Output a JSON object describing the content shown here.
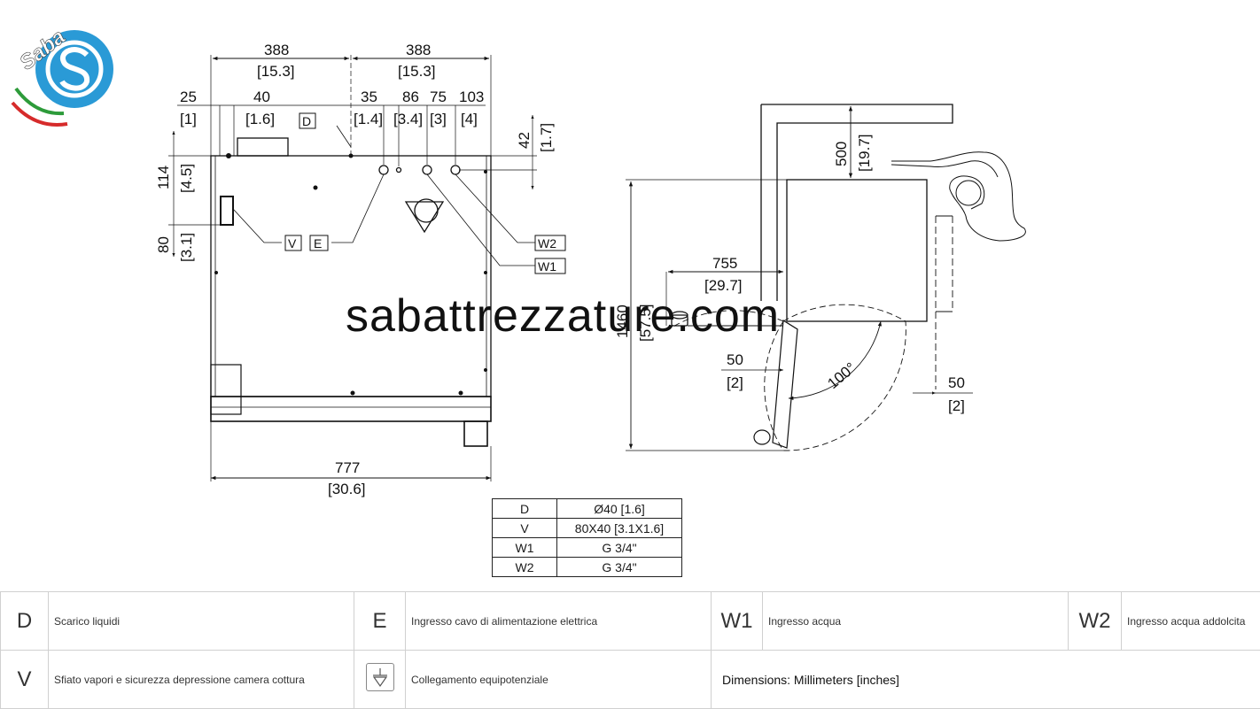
{
  "logo": {
    "brand": "Saba"
  },
  "watermark": "sabattrezzature.com",
  "front_view": {
    "top_dims": [
      {
        "mm": "388",
        "in": "[15.3]"
      },
      {
        "mm": "388",
        "in": "[15.3]"
      }
    ],
    "detail_dims": [
      {
        "mm": "25",
        "in": "[1]"
      },
      {
        "mm": "40",
        "in": "[1.6]"
      },
      {
        "mm": "35",
        "in": "[1.4]"
      },
      {
        "mm": "86",
        "in": "[3.4]"
      },
      {
        "mm": "75",
        "in": "[3]"
      },
      {
        "mm": "103",
        "in": "[4]"
      }
    ],
    "right_dim": {
      "mm": "42",
      "in": "[1.7]"
    },
    "left_dims": [
      {
        "mm": "114",
        "in": "[4.5]"
      },
      {
        "mm": "80",
        "in": "[3.1]"
      }
    ],
    "bottom_dim": {
      "mm": "777",
      "in": "[30.6]"
    },
    "callouts": [
      "D",
      "V",
      "E",
      "W2",
      "W1"
    ]
  },
  "top_view": {
    "clearance": {
      "mm": "500",
      "in": "[19.7]"
    },
    "height": {
      "mm": "1460",
      "in": "[57.5]"
    },
    "depth": {
      "mm": "755",
      "in": "[29.7]"
    },
    "door_gap": {
      "mm": "50",
      "in": "[2]"
    },
    "side_gap": {
      "mm": "50",
      "in": "[2]"
    },
    "angle": "100°"
  },
  "spec_table": [
    {
      "code": "D",
      "value": "Ø40 [1.6]"
    },
    {
      "code": "V",
      "value": "80X40 [3.1X1.6]"
    },
    {
      "code": "W1",
      "value": "G 3/4\""
    },
    {
      "code": "W2",
      "value": "G 3/4\""
    }
  ],
  "legend": {
    "row1": [
      {
        "code": "D",
        "text": "Scarico liquidi"
      },
      {
        "code": "E",
        "text": "Ingresso cavo di alimentazione elettrica"
      },
      {
        "code": "W1",
        "text": "Ingresso acqua"
      },
      {
        "code": "W2",
        "text": "Ingresso acqua addolcita"
      }
    ],
    "row2": [
      {
        "code": "V",
        "text": "Sfiato vapori e sicurezza depressione camera cottura"
      },
      {
        "icon": "ground-symbol-icon",
        "text": "Collegamento equipotenziale"
      }
    ],
    "dimensions_note": "Dimensions: Millimeters [inches]"
  }
}
